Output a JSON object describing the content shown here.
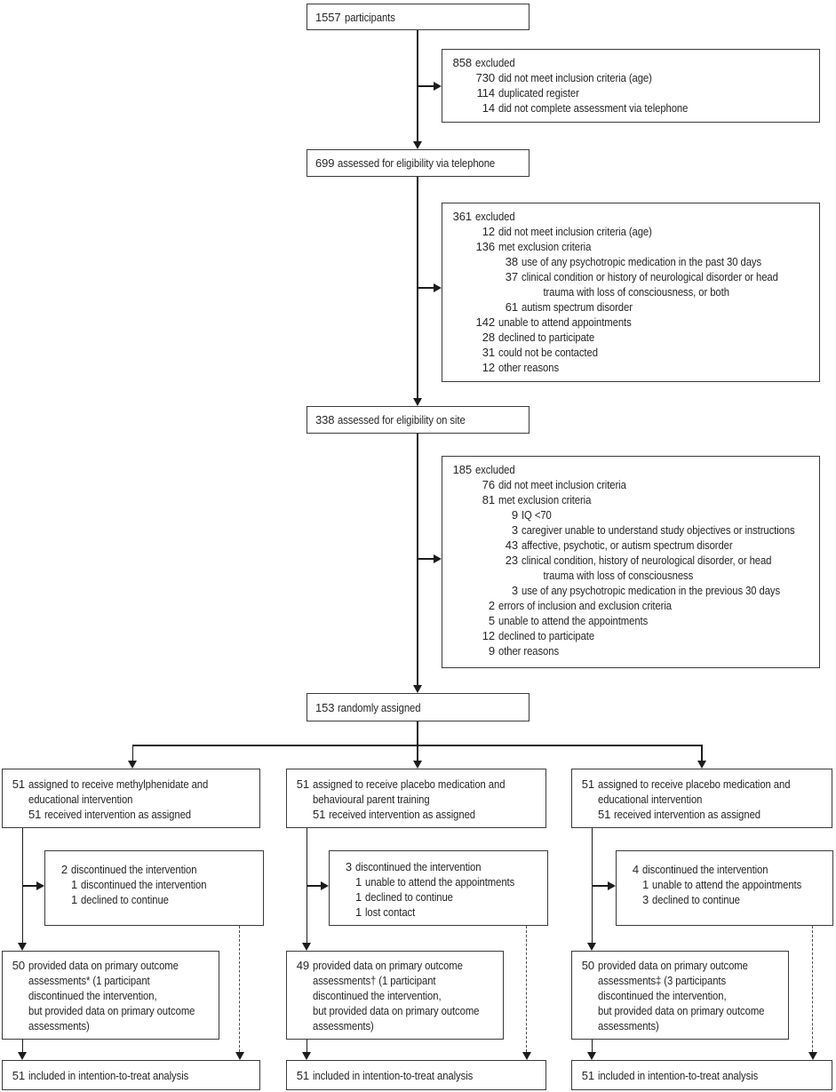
{
  "colors": {
    "line": "#1c1c1c",
    "box_border": "#3a3a3a",
    "text": "#262626",
    "background": "#ffffff"
  },
  "nodes": {
    "participants": {
      "lines": [
        {
          "n": "1557",
          "t": "participants"
        }
      ]
    },
    "excl1": {
      "lines": [
        {
          "n": "858",
          "t": "excluded"
        },
        {
          "n": "730",
          "t": "did not meet inclusion criteria (age)"
        },
        {
          "n": "114",
          "t": "duplicated register"
        },
        {
          "n": "14",
          "t": "did not complete assessment via telephone"
        }
      ]
    },
    "assessed_phone": {
      "lines": [
        {
          "n": "699",
          "t": "assessed for eligibility via telephone"
        }
      ]
    },
    "excl2": {
      "lines": [
        {
          "n": "361",
          "t": "excluded"
        },
        {
          "n": "12",
          "t": "did not meet inclusion criteria (age)"
        },
        {
          "n": "136",
          "t": "met exclusion criteria"
        },
        {
          "n": "38",
          "t": "use of any psychotropic medication in the past 30 days"
        },
        {
          "n": "37",
          "t": "clinical condition or history of neurological disorder or head\n        trauma with loss of consciousness, or both"
        },
        {
          "n": "61",
          "t": "autism spectrum disorder"
        },
        {
          "n": "142",
          "t": "unable to attend appointments"
        },
        {
          "n": "28",
          "t": "declined to participate"
        },
        {
          "n": "31",
          "t": "could not be contacted"
        },
        {
          "n": "12",
          "t": "other reasons"
        }
      ]
    },
    "assessed_site": {
      "lines": [
        {
          "n": "338",
          "t": "assessed for eligibility on site"
        }
      ]
    },
    "excl3": {
      "lines": [
        {
          "n": "185",
          "t": "excluded"
        },
        {
          "n": "76",
          "t": "did not meet inclusion criteria"
        },
        {
          "n": "81",
          "t": "met exclusion criteria"
        },
        {
          "n": "9",
          "t": "IQ <70"
        },
        {
          "n": "3",
          "t": "caregiver unable to understand study objectives or instructions"
        },
        {
          "n": "43",
          "t": "affective, psychotic, or autism spectrum disorder"
        },
        {
          "n": "23",
          "t": "clinical condition, history of neurological disorder, or head\n        trauma with loss of consciousness"
        },
        {
          "n": "3",
          "t": "use of any psychotropic medication in the previous 30 days"
        },
        {
          "n": "2",
          "t": "errors of inclusion and exclusion criteria"
        },
        {
          "n": "5",
          "t": "unable to attend the appointments"
        },
        {
          "n": "12",
          "t": "declined to participate"
        },
        {
          "n": "9",
          "t": "other reasons"
        }
      ]
    },
    "randomized": {
      "lines": [
        {
          "n": "153",
          "t": "randomly assigned"
        }
      ]
    },
    "arm1": {
      "assigned": {
        "lines": [
          {
            "n": "51",
            "t": "assigned to receive methylphenidate and\neducational intervention"
          },
          {
            "n": "51",
            "t": "received intervention as assigned"
          }
        ]
      },
      "discontinued": {
        "lines": [
          {
            "n": "2",
            "t": "discontinued the intervention"
          },
          {
            "n": "1",
            "t": "discontinued the intervention"
          },
          {
            "n": "1",
            "t": "declined to continue"
          }
        ]
      },
      "primary": {
        "lines": [
          {
            "n": "50",
            "t": "provided data on primary outcome\nassessments* (1 participant\ndiscontinued the intervention,\nbut provided data on primary outcome\nassessments)"
          }
        ]
      },
      "itt": {
        "lines": [
          {
            "n": "51",
            "t": "included in intention-to-treat analysis"
          }
        ]
      }
    },
    "arm2": {
      "assigned": {
        "lines": [
          {
            "n": "51",
            "t": "assigned to receive placebo medication and\nbehavioural parent training"
          },
          {
            "n": "51",
            "t": "received intervention as assigned"
          }
        ]
      },
      "discontinued": {
        "lines": [
          {
            "n": "3",
            "t": "discontinued the intervention"
          },
          {
            "n": "1",
            "t": "unable to attend the appointments"
          },
          {
            "n": "1",
            "t": "declined to continue"
          },
          {
            "n": "1",
            "t": "lost contact"
          }
        ]
      },
      "primary": {
        "lines": [
          {
            "n": "49",
            "t": "provided data on primary outcome\nassessments† (1 participant\ndiscontinued the intervention,\nbut provided data on primary outcome\nassessments)"
          }
        ]
      },
      "itt": {
        "lines": [
          {
            "n": "51",
            "t": "included in intention-to-treat analysis"
          }
        ]
      }
    },
    "arm3": {
      "assigned": {
        "lines": [
          {
            "n": "51",
            "t": "assigned to receive placebo medication and\neducational intervention"
          },
          {
            "n": "51",
            "t": "received intervention as assigned"
          }
        ]
      },
      "discontinued": {
        "lines": [
          {
            "n": "4",
            "t": "discontinued the intervention"
          },
          {
            "n": "1",
            "t": "unable to attend the appointments"
          },
          {
            "n": "3",
            "t": "declined to continue"
          }
        ]
      },
      "primary": {
        "lines": [
          {
            "n": "50",
            "t": "provided data on primary outcome\nassessments‡ (3 participants\ndiscontinued the intervention,\nbut provided data on primary outcome\nassessments)"
          }
        ]
      },
      "itt": {
        "lines": [
          {
            "n": "51",
            "t": "included in intention-to-treat analysis"
          }
        ]
      }
    }
  }
}
